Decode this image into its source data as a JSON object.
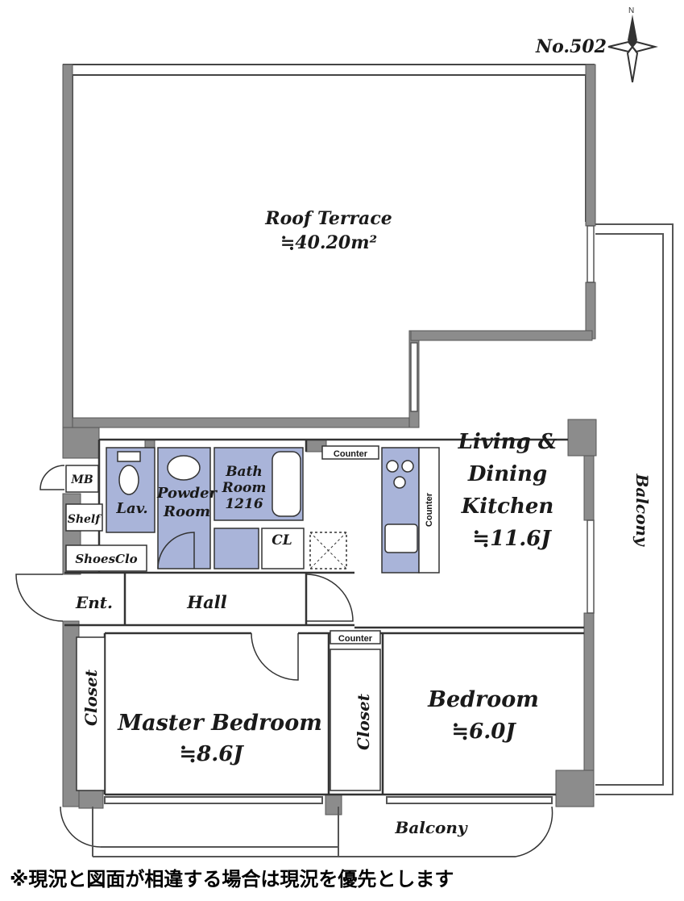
{
  "unit_number": "No.502",
  "compass": {
    "north_label": "N"
  },
  "rooms": {
    "roof_terrace": {
      "name": "Roof Terrace",
      "area": "≒40.20m²"
    },
    "living": {
      "line1": "Living &",
      "line2": "Dining",
      "line3": "Kitchen",
      "size": "≒11.6J"
    },
    "master_bedroom": {
      "name": "Master Bedroom",
      "size": "≒8.6J"
    },
    "bedroom": {
      "name": "Bedroom",
      "size": "≒6.0J"
    },
    "bath": {
      "line1": "Bath",
      "line2": "Room",
      "line3": "1216"
    },
    "powder": {
      "line1": "Powder",
      "line2": "Room"
    },
    "lav": "Lav.",
    "mb": "MB",
    "shelf": "Shelf",
    "shoes_clo": "ShoesClo",
    "ent": "Ent.",
    "hall": "Hall",
    "cl": "CL",
    "counter_top": "Counter",
    "counter_side": "Counter",
    "counter_bedroom": "Counter",
    "closet_master": "Closet",
    "closet_bedroom": "Closet",
    "balcony_east": "Balcony",
    "balcony_south": "Balcony"
  },
  "disclaimer": "※現況と図面が相違する場合は現況を優先とします",
  "colors": {
    "wall": "#8c8c8c",
    "wet_area": "#a9b4d9",
    "line": "#333333"
  }
}
